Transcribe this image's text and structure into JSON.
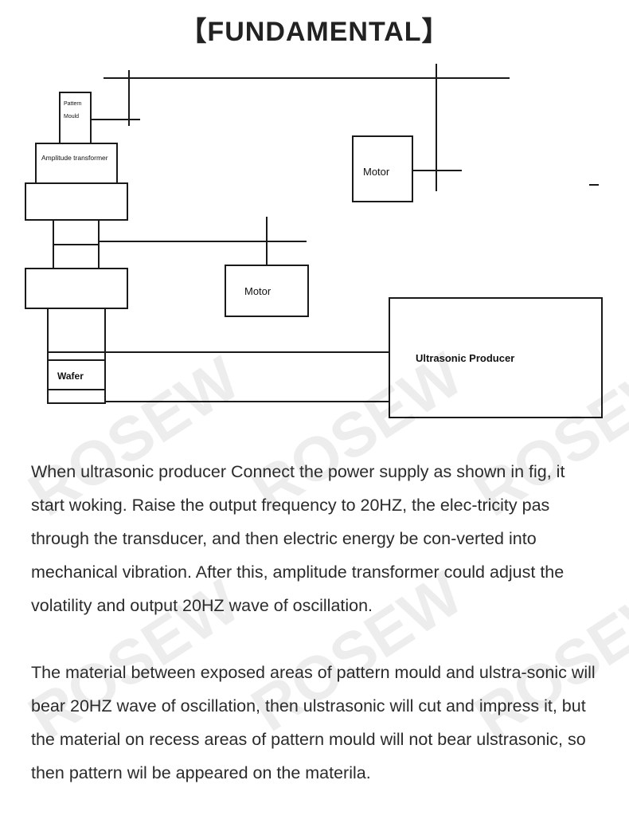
{
  "title": "【FUNDAMENTAL】",
  "diagram": {
    "pattern_mould_line1": "Pattern",
    "pattern_mould_line2": "Mould",
    "amplitude_transformer": "Amplitude transformer",
    "motor_upper": "Motor",
    "motor_lower": "Motor",
    "wafer": "Wafer",
    "ultrasonic_producer": "Ultrasonic Producer"
  },
  "watermark": "ROSEW",
  "paragraphs": [
    "When ultrasonic producer Connect the power supply as shown in fig, it start woking. Raise the output frequency to 20HZ, the elec-tricity pas through the transducer, and then electric energy be con-verted into mechanical vibration. After this, amplitude transformer could adjust the volatility and output 20HZ wave of oscillation.",
    "The material between exposed areas of pattern mould and ulstra-sonic will bear 20HZ wave of oscillation, then ulstrasonic will cut and impress it, but the material on recess areas of pattern mould will not bear ulstrasonic, so then pattern wil be appeared on the materila."
  ]
}
